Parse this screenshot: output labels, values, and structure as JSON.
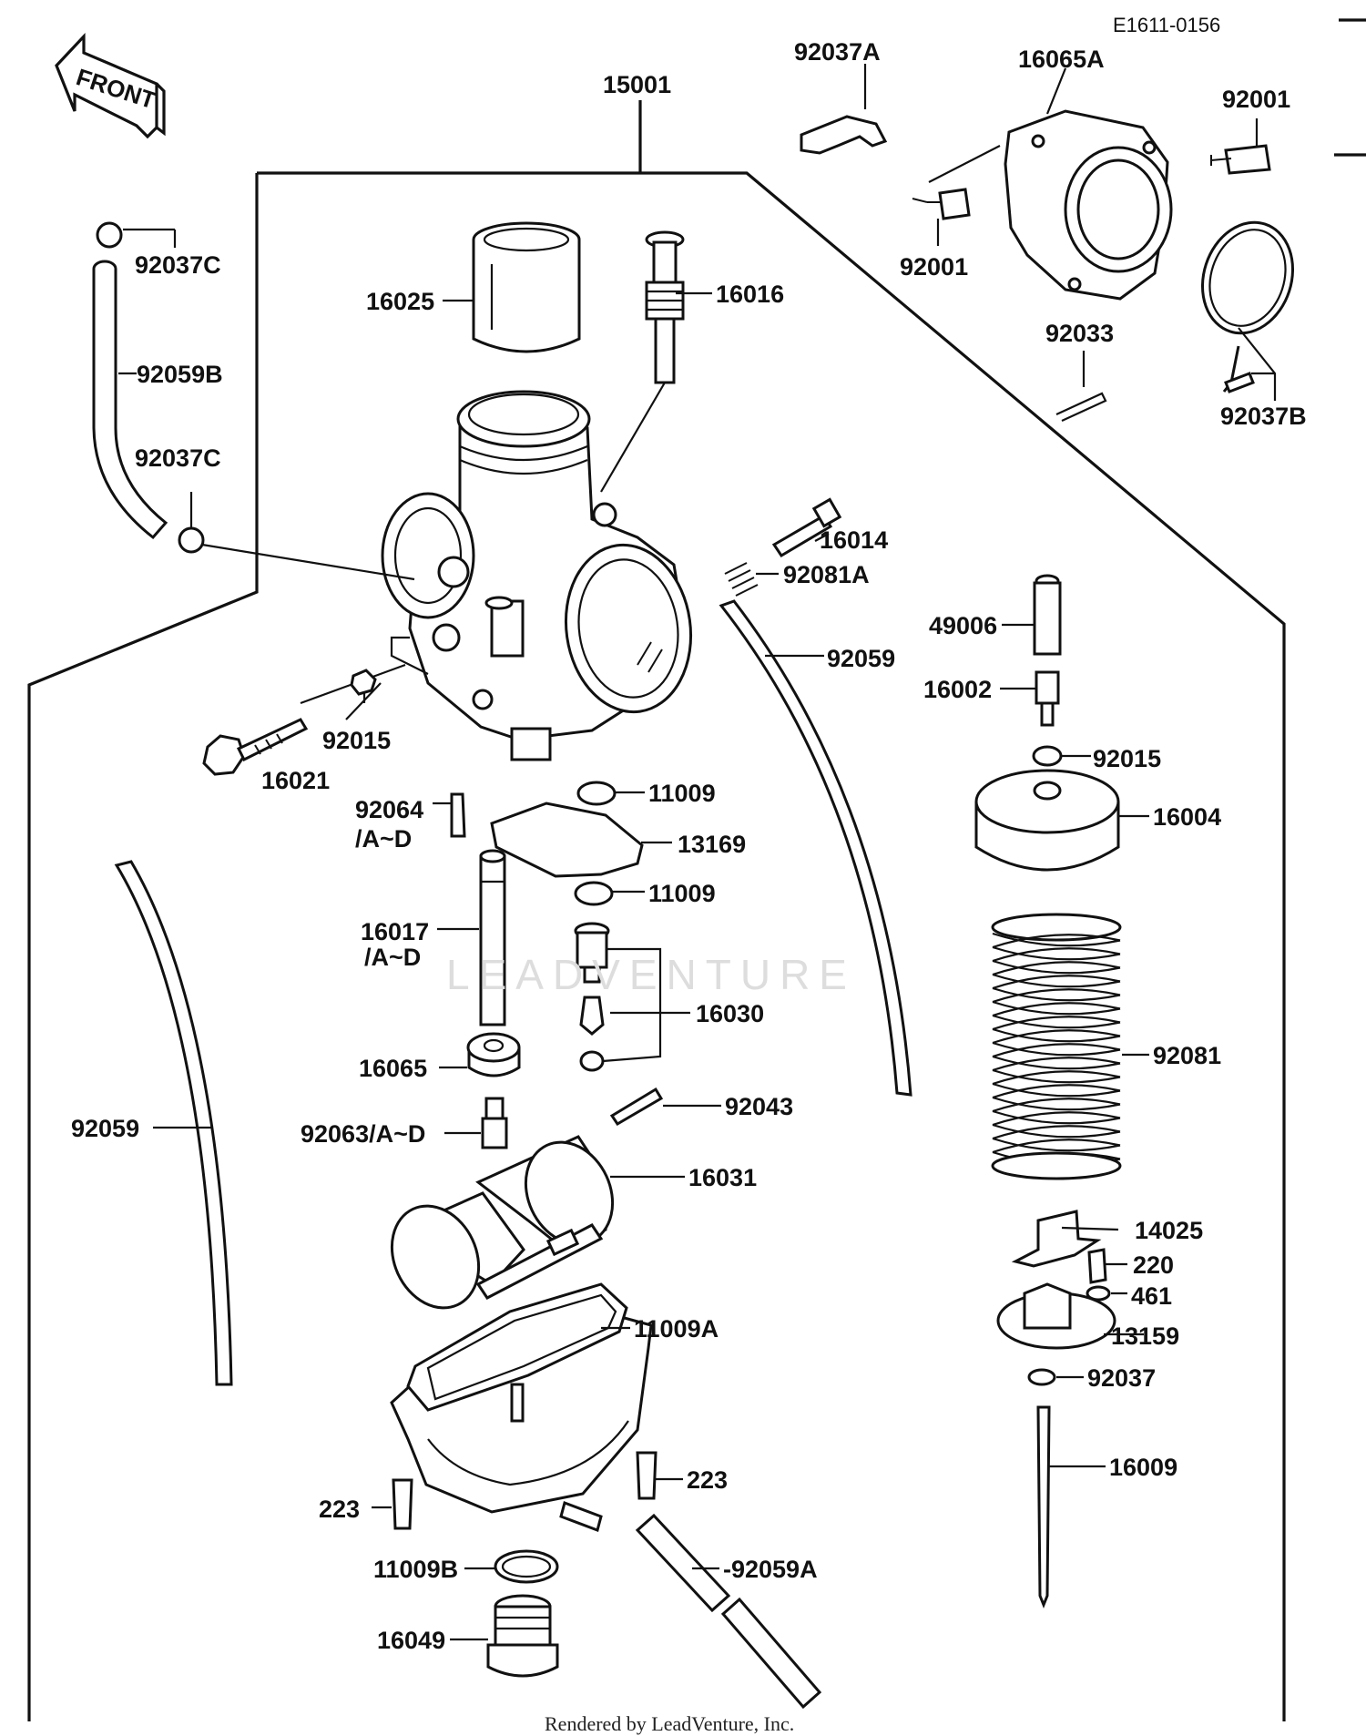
{
  "diagram": {
    "ref_code": "E1611-0156",
    "front_label": "FRONT",
    "footer": "Rendered by LeadVenture, Inc.",
    "watermark": "LEADVENTURE",
    "colors": {
      "ink": "#111111",
      "paper": "#ffffff",
      "watermark": "#dddddd"
    },
    "labels": [
      {
        "id": "p15001",
        "text": "15001"
      },
      {
        "id": "p92037A",
        "text": "92037A"
      },
      {
        "id": "p16065A",
        "text": "16065A"
      },
      {
        "id": "p92001a",
        "text": "92001"
      },
      {
        "id": "p92001b",
        "text": "92001"
      },
      {
        "id": "p92033",
        "text": "92033"
      },
      {
        "id": "p92037B",
        "text": "92037B"
      },
      {
        "id": "p92037Ca",
        "text": "92037C"
      },
      {
        "id": "p92059B",
        "text": "92059B"
      },
      {
        "id": "p92037Cb",
        "text": "92037C"
      },
      {
        "id": "p16025",
        "text": "16025"
      },
      {
        "id": "p16016",
        "text": "16016"
      },
      {
        "id": "p16014",
        "text": "16014"
      },
      {
        "id": "p92081A",
        "text": "92081A"
      },
      {
        "id": "p92059a",
        "text": "92059"
      },
      {
        "id": "p49006",
        "text": "49006"
      },
      {
        "id": "p16002",
        "text": "16002"
      },
      {
        "id": "p92015a",
        "text": "92015"
      },
      {
        "id": "p16004",
        "text": "16004"
      },
      {
        "id": "p92015b",
        "text": "92015"
      },
      {
        "id": "p16021",
        "text": "16021"
      },
      {
        "id": "p92064",
        "text": "92064"
      },
      {
        "id": "p92064sub",
        "text": "/A~D"
      },
      {
        "id": "p11009a",
        "text": "11009"
      },
      {
        "id": "p13169",
        "text": "13169"
      },
      {
        "id": "p11009b",
        "text": "11009"
      },
      {
        "id": "p16017",
        "text": "16017"
      },
      {
        "id": "p16017sub",
        "text": "/A~D"
      },
      {
        "id": "p16030",
        "text": "16030"
      },
      {
        "id": "p92081",
        "text": "92081"
      },
      {
        "id": "p16065",
        "text": "16065"
      },
      {
        "id": "p92059b",
        "text": "92059"
      },
      {
        "id": "p92043",
        "text": "92043"
      },
      {
        "id": "p92063",
        "text": "92063/A~D"
      },
      {
        "id": "p16031",
        "text": "16031"
      },
      {
        "id": "p14025",
        "text": "14025"
      },
      {
        "id": "p220",
        "text": "220"
      },
      {
        "id": "p461",
        "text": "461"
      },
      {
        "id": "p13159",
        "text": "13159"
      },
      {
        "id": "p11009A",
        "text": "11009A"
      },
      {
        "id": "p92037",
        "text": "92037"
      },
      {
        "id": "p223a",
        "text": "223"
      },
      {
        "id": "p223b",
        "text": "223"
      },
      {
        "id": "p16009",
        "text": "16009"
      },
      {
        "id": "p11009B",
        "text": "11009B"
      },
      {
        "id": "p92059A",
        "text": "-92059A"
      },
      {
        "id": "p16049",
        "text": "16049"
      }
    ]
  }
}
